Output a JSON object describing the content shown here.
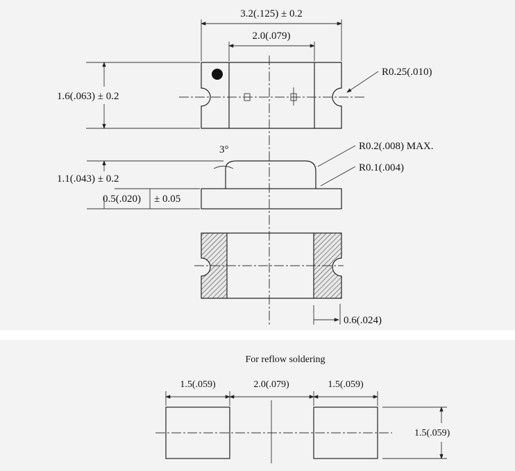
{
  "top_drawing": {
    "length_dim": "3.2(.125) ± 0.2",
    "inner_dim": "2.0(.079)",
    "width_dim": "1.6(.063) ± 0.2",
    "notch_radius": "R0.25(.010)",
    "angle": "3°",
    "top_radius": "R0.2(.008) MAX.",
    "base_radius": "R0.1(.004)",
    "height_dim": "1.1(.043) ± 0.2",
    "base_height_dim": "0.5(.020)",
    "base_tolerance": "± 0.05",
    "pad_width_dim": "0.6(.024)"
  },
  "reflow": {
    "title": "For reflow soldering",
    "pad_left_dim": "1.5(.059)",
    "gap_dim": "2.0(.079)",
    "pad_right_dim": "1.5(.059)",
    "pad_height_dim": "1.5(.059)"
  },
  "colors": {
    "panel": "#f3f3f3",
    "ink": "#222222"
  }
}
